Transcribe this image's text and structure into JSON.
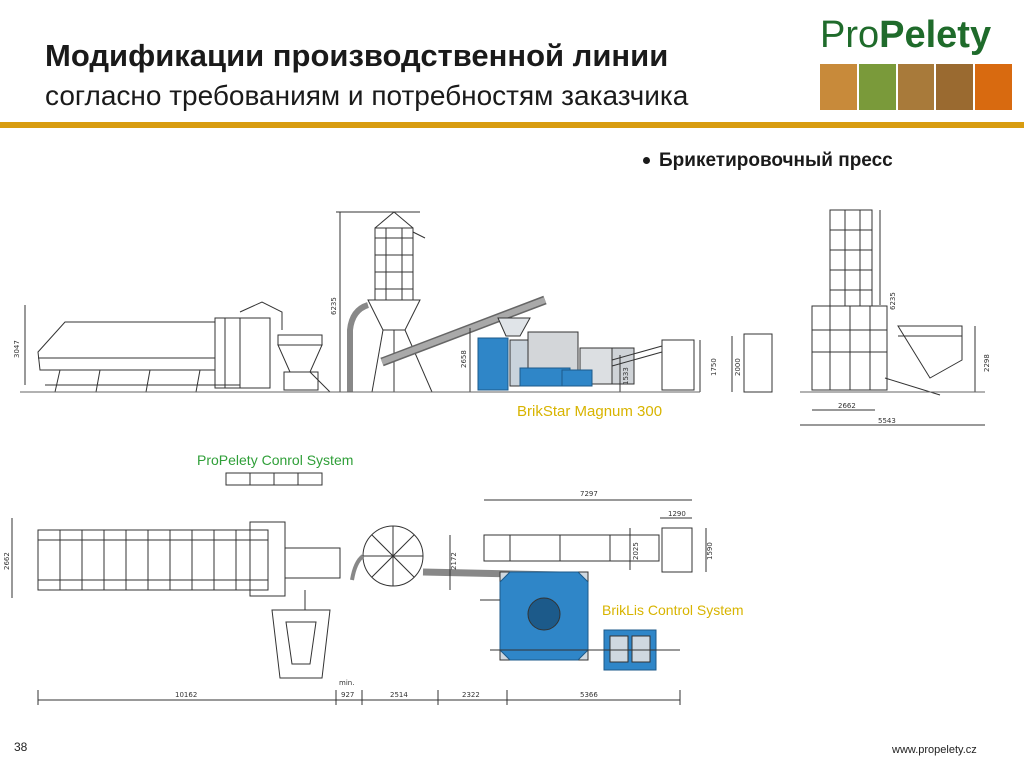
{
  "slide": {
    "title": "Модификации производственной линии",
    "subtitle": "согласно требованиям и потребностям заказчика",
    "bullet": "Брикетировочный пресс",
    "page_number": "38",
    "footer_url": "www.propelety.cz"
  },
  "logo": {
    "part1": "Pro",
    "part2": "Pelety"
  },
  "labels": {
    "brikstar": "BrikStar Magnum 300",
    "propelety_control": "ProPelety Conrol System",
    "briklis_control": "BrikLis  Control System"
  },
  "dimensions": {
    "front_3047": "3047",
    "front_6235": "6235",
    "front_2658": "2658",
    "front_1533": "1533",
    "front_1750": "1750",
    "front_2000": "2000",
    "side_6235": "6235",
    "side_2298": "2298",
    "side_2662": "2662",
    "side_5543": "5543",
    "plan_2662": "2662",
    "plan_7297": "7297",
    "plan_1290": "1290",
    "plan_1590": "1590",
    "plan_2025": "2025",
    "plan_2172": "2172",
    "plan_10162": "10162",
    "plan_min": "min.",
    "plan_927": "927",
    "plan_2514": "2514",
    "plan_2322": "2322",
    "plan_5366": "5366"
  },
  "colors": {
    "accent_rule": "#d89c10",
    "logo_green": "#1f6b2b",
    "label_yellow": "#d8b400",
    "label_green": "#2f9f38",
    "machine_blue": "#2f86c8"
  },
  "icons": {
    "logo_strip": "biomass-photo-strip"
  }
}
